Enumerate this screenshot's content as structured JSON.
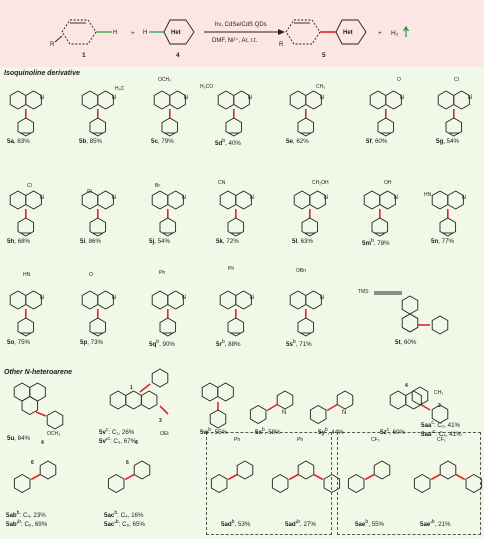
{
  "scheme": {
    "reactant1_label": "1",
    "reactant4_label": "4",
    "product_label": "5",
    "het": "Het",
    "r_label": "R",
    "h_label": "H",
    "plus": "+",
    "conditions_top": "hν, CdSe/CdS QDs",
    "conditions_bottom": "DMF, Ni²⁺, Ar, r.t.",
    "byproduct": "H₂"
  },
  "sections": {
    "isoquinoline": "Isoquinoline derivative",
    "other": "Other N-heteroarene"
  },
  "substituents": {
    "och3": "OCH₃",
    "h3co": "H₃CO",
    "ch3": "CH₃",
    "h3c": "H₃C",
    "cl": "Cl",
    "br": "Br",
    "cn": "CN",
    "ch2oh": "CH₂OH",
    "oh": "OH",
    "hn": "HN",
    "o": "O",
    "ph": "Ph",
    "obn": "OBn",
    "tms": "TMS",
    "cf3": "CF₃",
    "och3_ester": "OCH₃",
    "oet": "OEt",
    "n": "N",
    "pos1": "1",
    "pos2": "2",
    "pos3": "3",
    "pos4": "4",
    "pos6": "6"
  },
  "compounds": [
    {
      "id": "5a",
      "text": ", 83%"
    },
    {
      "id": "5b",
      "text": ", 85%"
    },
    {
      "id": "5c",
      "text": ", 79%"
    },
    {
      "id": "5d",
      "sup": "b",
      "text": ", 40%"
    },
    {
      "id": "5e",
      "text": ", 62%"
    },
    {
      "id": "5f",
      "text": ", 60%"
    },
    {
      "id": "5g",
      "text": ", 54%"
    },
    {
      "id": "5h",
      "text": ", 68%"
    },
    {
      "id": "5i",
      "text": ", 86%"
    },
    {
      "id": "5j",
      "text": ", 54%"
    },
    {
      "id": "5k",
      "text": ", 72%"
    },
    {
      "id": "5l",
      "text": ", 63%"
    },
    {
      "id": "5m",
      "sup": "b",
      "text": ", 78%"
    },
    {
      "id": "5n",
      "text": ", 77%"
    },
    {
      "id": "5o",
      "text": ", 75%"
    },
    {
      "id": "5p",
      "text": ", 73%"
    },
    {
      "id": "5q",
      "sup": "b",
      "text": ", 90%"
    },
    {
      "id": "5r",
      "sup": "b",
      "text": ", 88%"
    },
    {
      "id": "5s",
      "sup": "b",
      "text": ", 71%"
    },
    {
      "id": "5t",
      "text": ", 60%"
    },
    {
      "id": "5u",
      "text": ", 84%"
    },
    {
      "id": "5v",
      "sup": "c",
      "text": ": C₁, 26%"
    },
    {
      "id": "5v'",
      "sup": "c",
      "text": ": C₃, 67%"
    },
    {
      "id": "5w",
      "sup": "b",
      "text": ", 55%"
    },
    {
      "id": "5x",
      "sup": "b",
      "text": ", 58%"
    },
    {
      "id": "5y",
      "sup": "b",
      "text": ", 44%"
    },
    {
      "id": "5z",
      "sup": "c",
      "text": ", 60%"
    },
    {
      "id": "5aa",
      "sup": "c",
      "text": ": C₂, 41%"
    },
    {
      "id": "5aa'",
      "sup": "c",
      "text": ": C₄, 41%"
    },
    {
      "id": "5ab",
      "sup": "b",
      "text": ": C₄, 23%"
    },
    {
      "id": "5ab'",
      "sup": "b",
      "text": ": C₆, 69%"
    },
    {
      "id": "5ac",
      "sup": "b",
      "text": ": C₄, 16%"
    },
    {
      "id": "5ac'",
      "sup": "b",
      "text": ": C₆, 65%"
    },
    {
      "id": "5ad",
      "sup": "b",
      "text": ", 53%"
    },
    {
      "id": "5ad'",
      "sup": "b",
      "text": ", 27%"
    },
    {
      "id": "5ae",
      "sup": "b",
      "text": ", 55%"
    },
    {
      "id": "5ae'",
      "sup": "b",
      "text": ", 21%"
    }
  ]
}
